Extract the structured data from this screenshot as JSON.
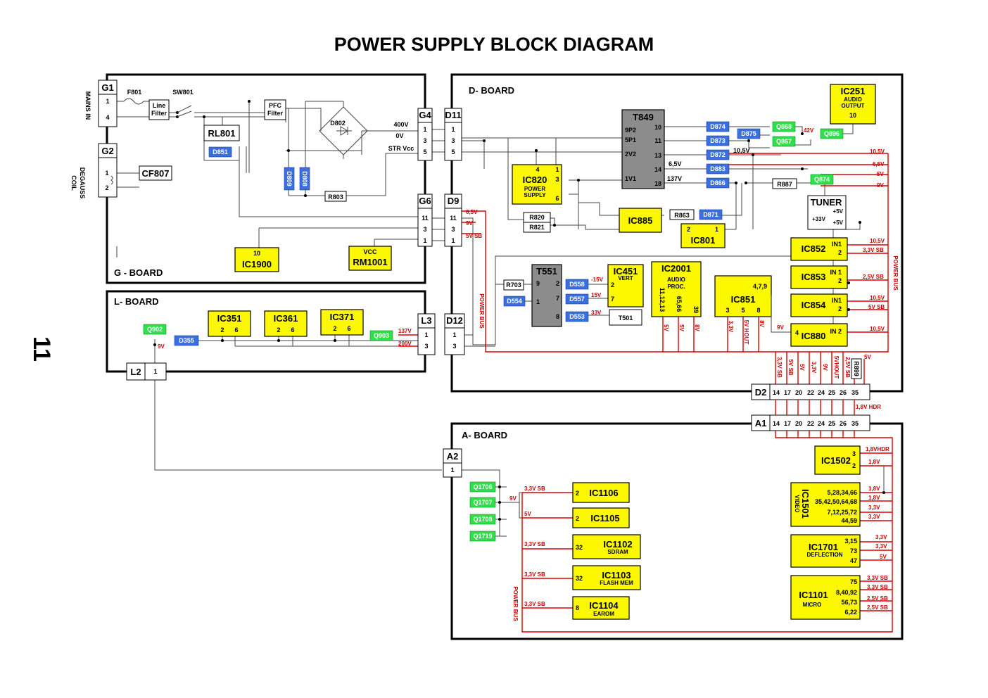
{
  "title": "POWER SUPPLY BLOCK DIAGRAM",
  "page_number": "11",
  "colors": {
    "ic": "#fbf800",
    "diode": "#3a6fe0",
    "transistor": "#2ee04a",
    "power_bus": "#e00000",
    "transformer": "#8c8c8c"
  },
  "boards": {
    "g": "G - BOARD",
    "d": "D- BOARD",
    "l": "L- BOARD",
    "a": "A- BOARD"
  },
  "connectors": {
    "g1": "G1",
    "g2": "G2",
    "g4": "G4",
    "g6": "G6",
    "d11": "D11",
    "d9": "D9",
    "d12": "D12",
    "d2": "D2",
    "l3": "L3",
    "l2": "L2",
    "a1": "A1",
    "a2": "A2"
  },
  "pins": {
    "p1": "1",
    "p2": "2",
    "p3": "3",
    "p4": "4",
    "p5": "5",
    "p6": "6",
    "p7": "7",
    "p8": "8",
    "p9": "9",
    "p10": "10",
    "p11": "11",
    "p12": "12",
    "p13": "13",
    "p14": "14",
    "p17": "17",
    "p18": "18",
    "p20": "20",
    "p22": "22",
    "p24": "24",
    "p25": "25",
    "p26": "26",
    "p32": "32",
    "p35": "35",
    "p39": "39",
    "p9p2": "9P2",
    "p5p1": "5P1",
    "p2v2": "2V2",
    "p1v1": "1V1",
    "in1": "IN1",
    "in1b": "IN 1",
    "in2": "IN 2",
    "p4_7_9": "4,7,9",
    "p65_66": "65,66",
    "p11_12_13": "11,12,13",
    "ic1501_a": "5,28,34,66",
    "ic1501_b": "35,42,50,64,68",
    "ic1501_c": "7,12,25,72",
    "ic1501_d": "44,59",
    "ic1701_a": "3,15",
    "ic1701_b": "73",
    "ic1701_c": "47",
    "ic1101_a": "75",
    "ic1101_b": "8,40,92",
    "ic1101_c": "56,73",
    "ic1101_d": "6,22"
  },
  "side_labels": {
    "mains_in": "MAINS IN",
    "degauss_1": "DEGAUSS",
    "degauss_2": "COIL",
    "power_bus": "POWER BUS"
  },
  "components": {
    "f801": "F801",
    "sw801": "SW801",
    "line_filter_1": "Line",
    "line_filter_2": "Filter",
    "pfc_1": "PFC",
    "pfc_2": "Filter",
    "d802": "D802",
    "rl801": "RL801",
    "cf807": "CF807",
    "r803": "R803",
    "str_vcc": "STR Vcc",
    "t849": "T849",
    "t551": "T551",
    "t501": "T501",
    "tuner": "TUNER",
    "r820": "R820",
    "r821": "R821",
    "r863": "R863",
    "r887": "R887",
    "r703": "R703",
    "r899": "R899"
  },
  "ics": {
    "ic1900": "IC1900",
    "rm1001": "RM1001",
    "vcc": "VCC",
    "ic251": "IC251",
    "ic251_sub1": "AUDIO",
    "ic251_sub2": "OUTPUT",
    "ic820": "IC820",
    "ic820_sub1": "POWER",
    "ic820_sub2": "SUPPLY",
    "ic885": "IC885",
    "ic801": "IC801",
    "ic852": "IC852",
    "ic853": "IC853",
    "ic854": "IC854",
    "ic880": "IC880",
    "ic451": "IC451",
    "ic451_sub": "VERT",
    "ic2001": "IC2001",
    "ic2001_sub1": "AUDIO",
    "ic2001_sub2": "PROC.",
    "ic851": "IC851",
    "ic351": "IC351",
    "ic361": "IC361",
    "ic371": "IC371",
    "ic1502": "IC1502",
    "ic1501": "IC1501",
    "ic1501_sub": "VIDEO",
    "ic1701": "IC1701",
    "ic1701_sub": "DEFLECTION",
    "ic1101": "IC1101",
    "ic1101_sub": "MICRO",
    "ic1106": "IC1106",
    "ic1105": "IC1105",
    "ic1102": "IC1102",
    "ic1102_sub": "SDRAM",
    "ic1103": "IC1103",
    "ic1103_sub": "FLASH MEM",
    "ic1104": "IC1104",
    "ic1104_sub": "EAROM"
  },
  "diodes": {
    "d851": "D851",
    "d809": "D809",
    "d808": "D808",
    "d874": "D874",
    "d875": "D875",
    "d873": "D873",
    "d872": "D872",
    "d883": "D883",
    "d866": "D866",
    "d871": "D871",
    "d558": "D558",
    "d557": "D557",
    "d554": "D554",
    "d553": "D553",
    "d355": "D355"
  },
  "transistors": {
    "q868": "Q868",
    "q867": "Q867",
    "q896": "Q896",
    "q874": "Q874",
    "q902": "Q902",
    "q903": "Q903",
    "q1706": "Q1706",
    "q1707": "Q1707",
    "q1708": "Q1708",
    "q1719": "Q1719"
  },
  "voltages": {
    "v400": "400V",
    "v0": "0V",
    "v42": "42V",
    "v10_5": "10,5V",
    "v6_5": "6,5V",
    "v137": "137V",
    "v5": "5V",
    "v9": "9V",
    "v33": "33V",
    "v200": "200V",
    "v3_3sb": "3,3V SB",
    "v2_5sb": "2,5V SB",
    "v6_5r": "6,5V",
    "v5sb": "5V SB",
    "vm15": "-15V",
    "v15": "15V",
    "v8": "8V",
    "v3_3": "3,3V",
    "v5hout": "5V HOUT",
    "v5vhout": "5VHOUT",
    "v1_8hdr": "1,8V HDR",
    "v1_8vhdr": "1,8VHDR",
    "v1_8": "1,8V",
    "plus5": "+5V",
    "plus33": "+33V"
  }
}
